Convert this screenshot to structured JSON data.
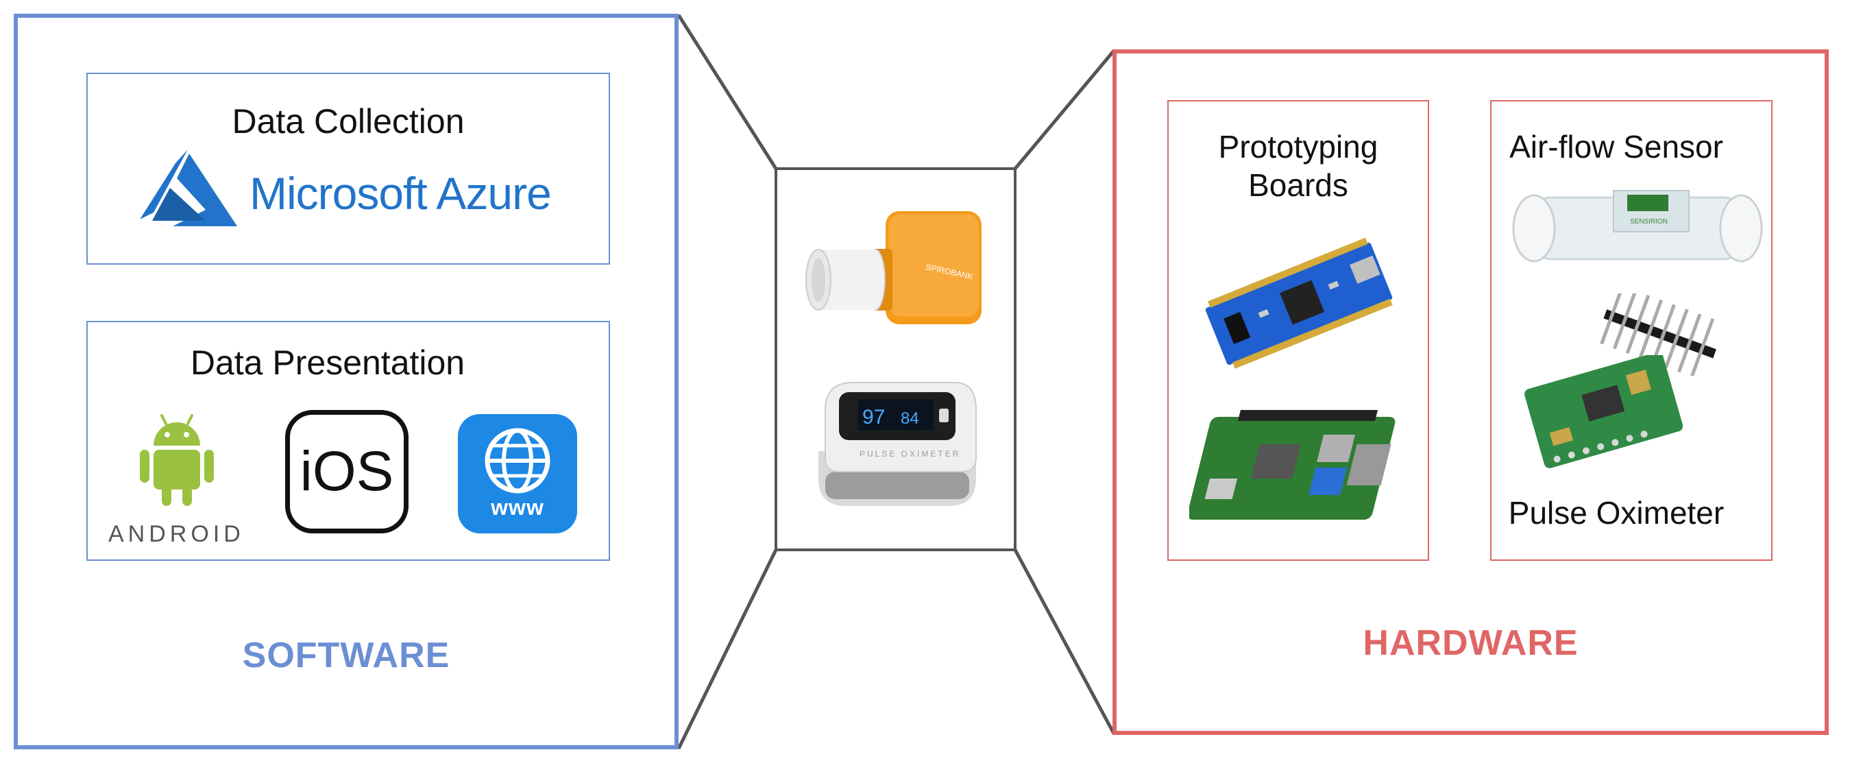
{
  "software": {
    "label": "SOFTWARE",
    "data_collection": {
      "title": "Data Collection",
      "brand": "Microsoft Azure"
    },
    "data_presentation": {
      "title": "Data Presentation",
      "android_text": "ANDROID",
      "ios_text": "iOS",
      "web_text": "www"
    }
  },
  "hardware": {
    "label": "HARDWARE",
    "prototyping": {
      "title_line1": "Prototyping",
      "title_line2": "Boards"
    },
    "sensors": {
      "airflow_title": "Air-flow Sensor",
      "pulse_title": "Pulse Oximeter"
    }
  },
  "device": {
    "spirometer_brand": "SPIROBANK",
    "oximeter_values": [
      "97",
      "84"
    ],
    "oximeter_label": "PULSE OXIMETER"
  },
  "colors": {
    "software": "#6b8fd4",
    "hardware": "#e06666",
    "connector": "#555555"
  }
}
